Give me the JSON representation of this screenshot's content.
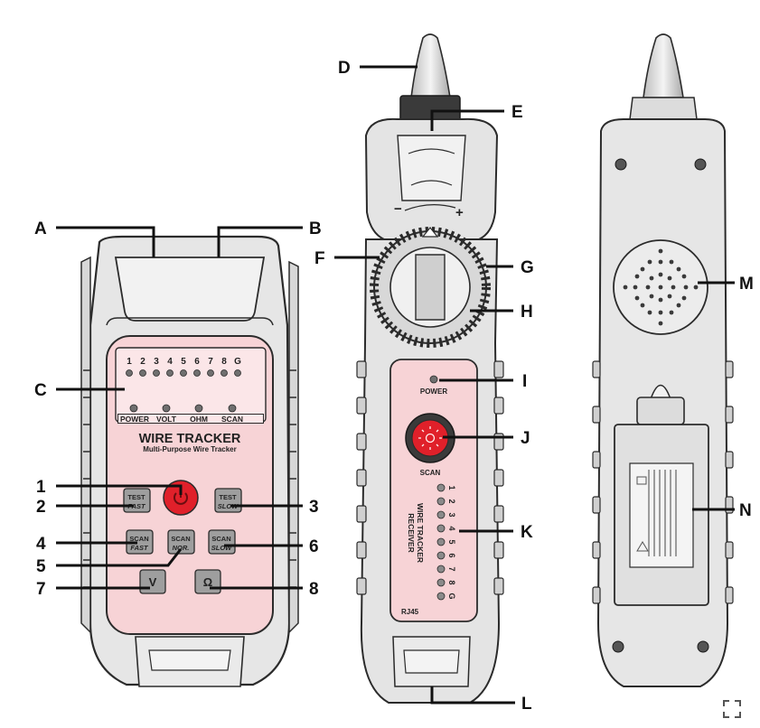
{
  "callouts": {
    "A": "A",
    "B": "B",
    "C": "C",
    "D": "D",
    "E": "E",
    "F": "F",
    "G": "G",
    "H": "H",
    "I": "I",
    "J": "J",
    "K": "K",
    "L": "L",
    "M": "M",
    "N": "N",
    "n1": "1",
    "n2": "2",
    "n3": "3",
    "n4": "4",
    "n5": "5",
    "n6": "6",
    "n7": "7",
    "n8": "8"
  },
  "transmitter": {
    "led_numbers": [
      "1",
      "2",
      "3",
      "4",
      "5",
      "6",
      "7",
      "8",
      "G"
    ],
    "status_labels": [
      "POWER",
      "VOLT",
      "OHM",
      "SCAN"
    ],
    "title": "WIRE TRACKER",
    "subtitle": "Multi-Purpose Wire Tracker",
    "btn_test_fast": [
      "TEST",
      "FAST"
    ],
    "btn_test_slow": [
      "TEST",
      "SLOW"
    ],
    "btn_scan_fast": [
      "SCAN",
      "FAST"
    ],
    "btn_scan_nor": [
      "SCAN",
      "NOR."
    ],
    "btn_scan_slow": [
      "SCAN",
      "SLOW"
    ],
    "btn_v": "V",
    "btn_ohm": "Ω"
  },
  "receiver": {
    "dial_minus": "−",
    "dial_plus": "+",
    "power_label": "POWER",
    "scan_label": "SCAN",
    "led_numbers": [
      "1",
      "2",
      "3",
      "4",
      "5",
      "6",
      "7",
      "8",
      "G"
    ],
    "vertical_title": [
      "WIRE TRACKER",
      "RECEIVER"
    ],
    "rj45": "RJ45"
  },
  "colors": {
    "panel_pink": "#f7d3d6",
    "body_gray": "#e3e3e3",
    "red_button": "#e0202a",
    "outline": "#2b2b2b"
  },
  "icons": [
    "power-icon",
    "sun-icon",
    "expand-icon"
  ]
}
